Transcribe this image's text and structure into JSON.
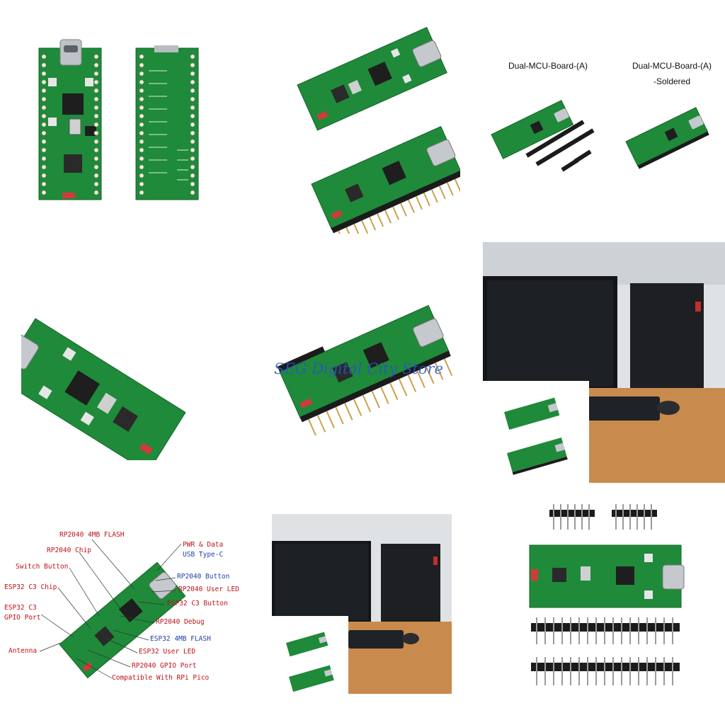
{
  "panel_3": {
    "label_a": "Dual-MCU-Board-(A)",
    "label_b_line1": "Dual-MCU-Board-(A)",
    "label_b_line2": "-Soldered"
  },
  "panel_5": {
    "watermark": "SEG Digital City Store"
  },
  "panel_7": {
    "callouts": [
      {
        "text": "RP2040 4MB FLASH",
        "color": "#c0101a"
      },
      {
        "text": "RP2040 Chip",
        "color": "#c0101a"
      },
      {
        "text": "Switch Button",
        "color": "#c0101a"
      },
      {
        "text": "ESP32 C3 Chip",
        "color": "#c0101a"
      },
      {
        "text": "ESP32 C3",
        "color": "#c0101a"
      },
      {
        "text": "GPIO Port",
        "color": "#c0101a"
      },
      {
        "text": "Antenna",
        "color": "#c0101a"
      },
      {
        "text": "PWR & Data",
        "color": "#c0101a"
      },
      {
        "text": "USB Type-C",
        "color": "#1f3fa8"
      },
      {
        "text": "RP2040 Button",
        "color": "#1f3fa8"
      },
      {
        "text": "RP2040 User LED",
        "color": "#c0101a"
      },
      {
        "text": "ESP32 C3 Button",
        "color": "#c0101a"
      },
      {
        "text": "RP2040 Debug",
        "color": "#c0101a"
      },
      {
        "text": "ESP32 4MB FLASH",
        "color": "#1f3fa8"
      },
      {
        "text": "ESP32 User LED",
        "color": "#c0101a"
      },
      {
        "text": "RP2040 GPIO Port",
        "color": "#c0101a"
      },
      {
        "text": "Compatible With RPi Pico",
        "color": "#c0101a"
      }
    ]
  },
  "colors": {
    "pcb_green": "#1f8a3a",
    "pcb_dark": "#166b2c",
    "header_black": "#1b1b1b",
    "pin_gold": "#c9a24a",
    "desk_wood": "#c98a4e",
    "monitor_black": "#141518"
  }
}
